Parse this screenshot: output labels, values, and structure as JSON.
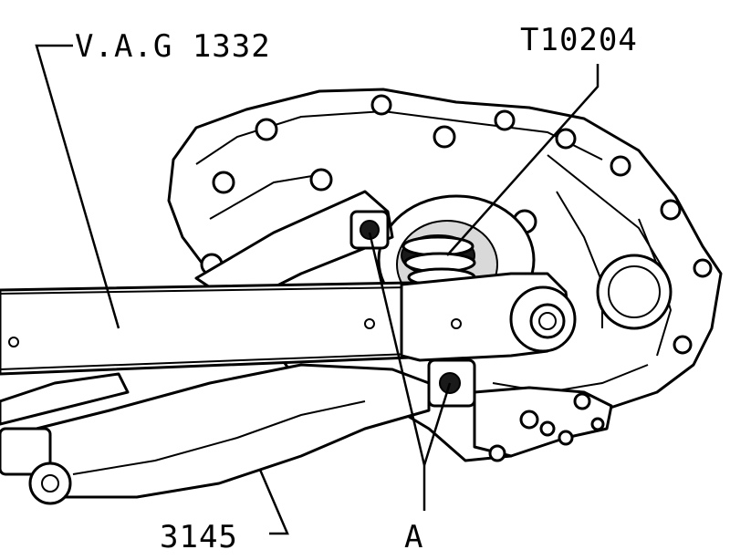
{
  "labels": {
    "vag": "V.A.G 1332",
    "t10204": "T10204",
    "support": "3145",
    "a": "A"
  },
  "colors": {
    "ink": "#000000",
    "paper": "#ffffff"
  }
}
